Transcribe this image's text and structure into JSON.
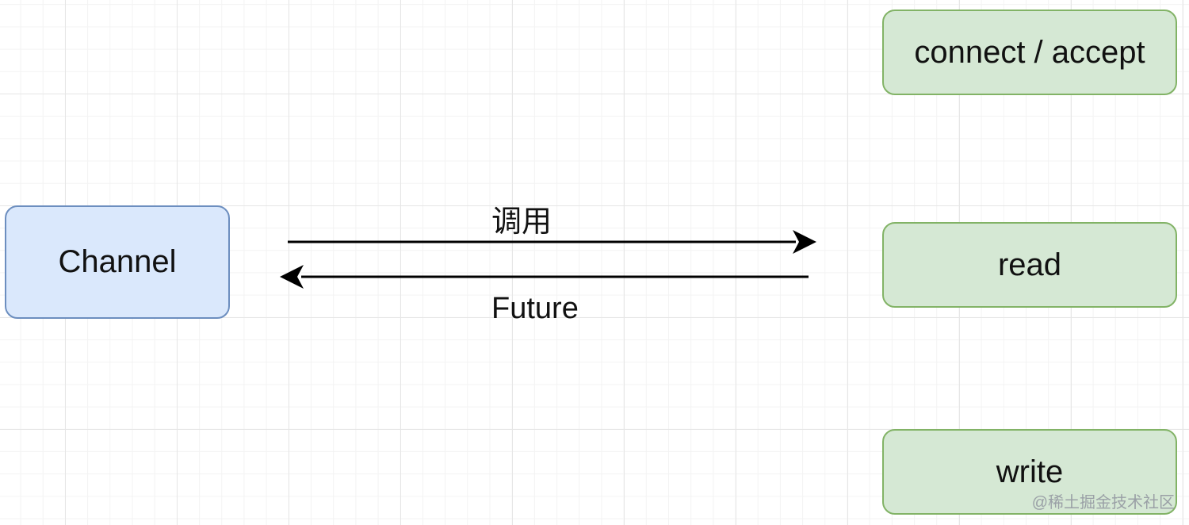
{
  "nodes": {
    "channel": "Channel",
    "connect_accept": "connect / accept",
    "read": "read",
    "write": "write"
  },
  "edges": {
    "call_label": "调用",
    "future_label": "Future"
  },
  "watermark": "@稀土掘金技术社区",
  "colors": {
    "blue_fill": "#dae8fc",
    "blue_stroke": "#6c8ebf",
    "green_fill": "#d5e8d4",
    "green_stroke": "#82b366",
    "arrow": "#000000"
  }
}
